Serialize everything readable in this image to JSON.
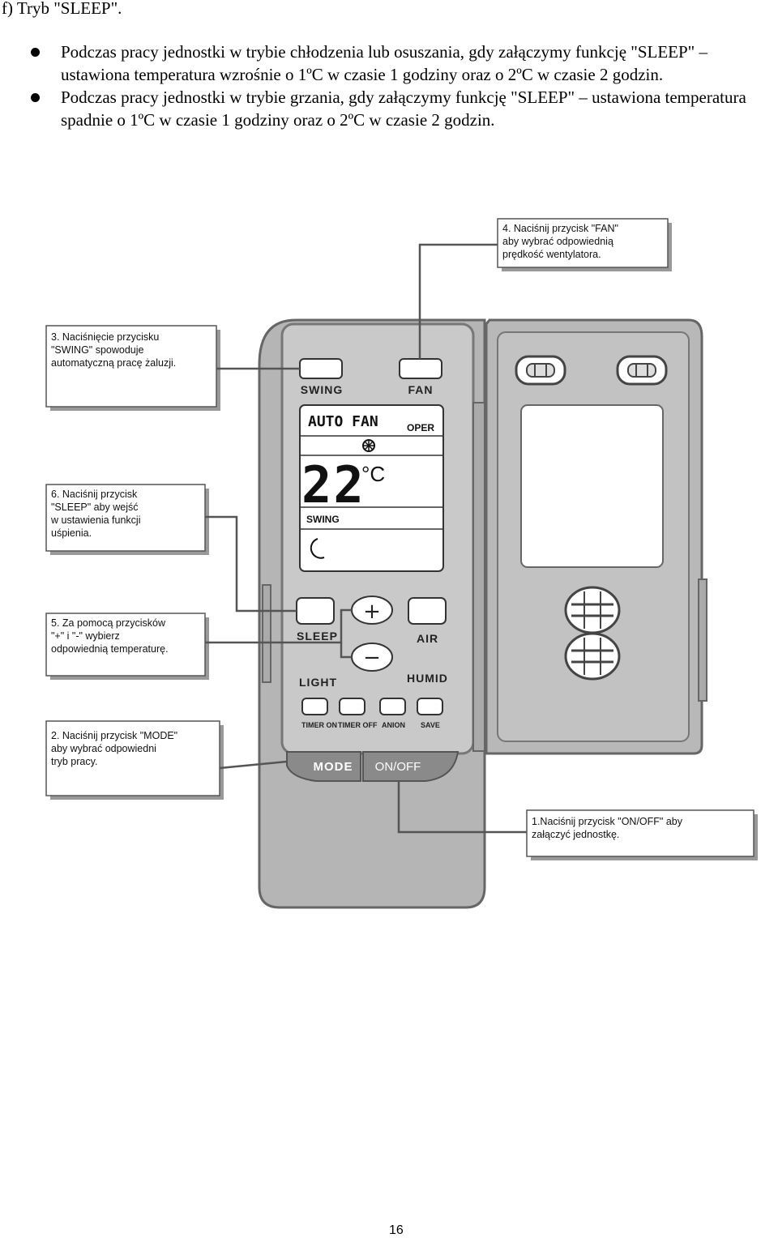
{
  "heading": "f) Tryb \"SLEEP\".",
  "bullets": [
    "Podczas pracy jednostki w trybie chłodzenia lub osuszania, gdy załączymy funkcję \"SLEEP\" – ustawiona temperatura wzrośnie o 1ºC  w czasie 1 godziny oraz o 2ºC w czasie 2 godzin.",
    "Podczas pracy jednostki w trybie grzania, gdy załączymy funkcję \"SLEEP\" – ustawiona temperatura spadnie o 1ºC  w czasie 1 godziny oraz o 2ºC w czasie 2 godzin."
  ],
  "callouts": {
    "fan": "4. Naciśnij przycisk \"FAN\"\naby wybrać odpowiednią\nprędkość wentylatora.",
    "swing": "3. Naciśnięcie przycisku\n \"SWING\" spowoduje\nautomatyczną pracę żaluzji.",
    "sleep": "6. Naciśnij przycisk\n\"SLEEP\" aby wejść\nw ustawienia funkcji\nuśpienia.",
    "temp": "5. Za pomocą przycisków\n\"+\" i \"-\" wybierz\nodpowiednią temperaturę.",
    "mode": "2. Naciśnij przycisk \"MODE\"\n aby wybrać odpowiedni\n tryb pracy.",
    "onoff": "1.Naciśnij przycisk \"ON/OFF\" aby\nzałączyć jednostkę."
  },
  "remote": {
    "swing_label": "SWING",
    "fan_label": "FAN",
    "lcd_mode": "AUTO FAN",
    "lcd_oper": "OPER",
    "lcd_temp": "22",
    "lcd_unit": "°C",
    "lcd_swing": "SWING",
    "sleep_label": "SLEEP",
    "air_label": "AIR",
    "light_label": "LIGHT",
    "humid_label": "HUMID",
    "timer_on_label": "TIMER ON",
    "timer_off_label": "TIMER OFF",
    "anion_label": "ANION",
    "save_label": "SAVE",
    "mode_label": "MODE",
    "onoff_label": "ON/OFF",
    "plus_symbol": "+",
    "minus_symbol": "−"
  },
  "page_number": "16"
}
